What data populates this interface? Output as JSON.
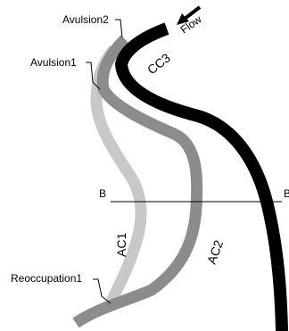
{
  "labels": {
    "avulsion2": "Avulsion2",
    "avulsion1": "Avulsion1",
    "reoccupation1": "Reoccupation1",
    "flow": "Flow",
    "section_left": "B",
    "section_right": "B",
    "channel_cc3": "CC3",
    "channel_ac1": "AC1",
    "channel_ac2": "AC2"
  },
  "colors": {
    "cc3": "#000000",
    "ac2": "#8c8c8c",
    "ac1": "#c8c8c8",
    "line": "#000000"
  },
  "icons": {
    "flow_arrow": "arrow-down-left-icon"
  }
}
